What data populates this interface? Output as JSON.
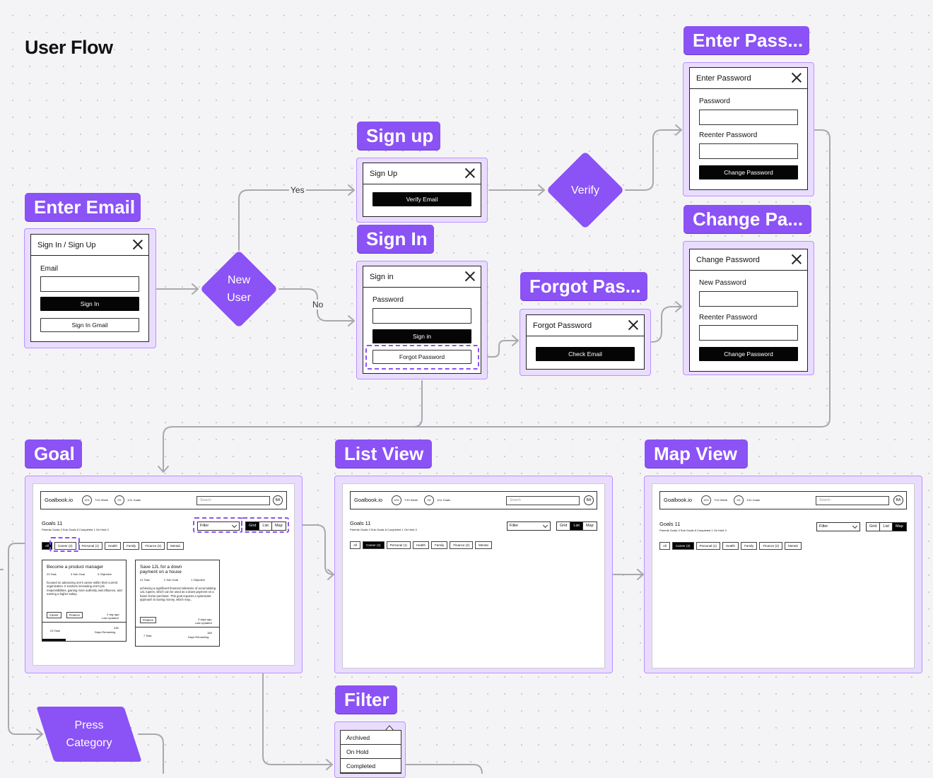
{
  "page_title": "User Flow",
  "tags": {
    "enter_email": "Enter Email",
    "sign_up": "Sign up",
    "sign_in": "Sign In",
    "enter_pass": "Enter Pass...",
    "change_pass": "Change Pa...",
    "forgot_pass": "Forgot Pas...",
    "goal": "Goal",
    "list_view": "List View",
    "map_view": "Map View",
    "filter": "Filter"
  },
  "decisions": {
    "new_user": "New User",
    "verify": "Verify",
    "press_category": "Press Category"
  },
  "edges": {
    "yes": "Yes",
    "no": "No"
  },
  "signin_signup_dialog": {
    "title": "Sign In / Sign Up",
    "email_label": "Email",
    "signin_btn": "Sign In",
    "gmail_btn": "Sign In Gmail"
  },
  "signup_dialog": {
    "title": "Sign Up",
    "verify_btn": "Verify Email"
  },
  "signin_dialog": {
    "title": "Sign in",
    "password_label": "Password",
    "signin_btn": "Sign in",
    "forgot_btn": "Forgot Password"
  },
  "forgot_dialog": {
    "title": "Forgot Password",
    "check_btn": "Check Email"
  },
  "enter_password_dialog": {
    "title": "Enter Password",
    "password_label": "Password",
    "reenter_label": "Reenter Password",
    "change_btn": "Change Password"
  },
  "change_password_dialog": {
    "title": "Change Password",
    "new_label": "New Password",
    "reenter_label": "Reenter Password",
    "change_btn": "Change Password"
  },
  "app": {
    "brand": "Goalbook.io",
    "ring1": "12%",
    "stat1": "7/10 Week",
    "ring2": "0%",
    "stat2": "1/11 Goals",
    "search_placeholder": "Search",
    "avatar": "BA",
    "goals_title": "Goals 11",
    "goals_sub": "Parents Goals 3    Sub Goals 8    Completed 1    On Hold 3",
    "filter": "Filter",
    "views": [
      "Grid",
      "List",
      "Map"
    ],
    "chips": [
      "All",
      "Career (2)",
      "Personal (1)",
      "Health",
      "Family",
      "Finance (2)",
      "Mental"
    ],
    "card1": {
      "title": "Become a product manager",
      "stats": [
        "23 Task",
        "3 Sub Goal",
        "3 Objective"
      ],
      "desc": "focused on advancing one's career within their current organization. It involves increasing one's job responsibilities, gaining more authority and influence, and earning a higher salary.",
      "tags": [
        "Career",
        "Finance"
      ],
      "ago": "2 day ago",
      "ago_sub": "Last Updated",
      "tasks": "23 Task",
      "days": "236",
      "days_sub": "Days Remaining"
    },
    "card2": {
      "title": "Save 12L for a down payment on a house",
      "stats": [
        "41 Task",
        "2 Sub Goal",
        "1 Objective"
      ],
      "desc": "achieving a significant financial milestone of accumulating 12L rupees, which can be used as a down payment on a future home purchase. This goal requires a systematic approach to saving money, which may...",
      "tags": [
        "Finance"
      ],
      "ago": "3 days ago",
      "ago_sub": "Last Updated",
      "tasks": "7 Task",
      "days": "168",
      "days_sub": "Days Remaining"
    }
  },
  "filter_menu": [
    "Archived",
    "On Hold",
    "Completed"
  ],
  "colors": {
    "accent": "#8b52f5",
    "frame": "#e9dcff",
    "connector": "#a8a8ae"
  }
}
